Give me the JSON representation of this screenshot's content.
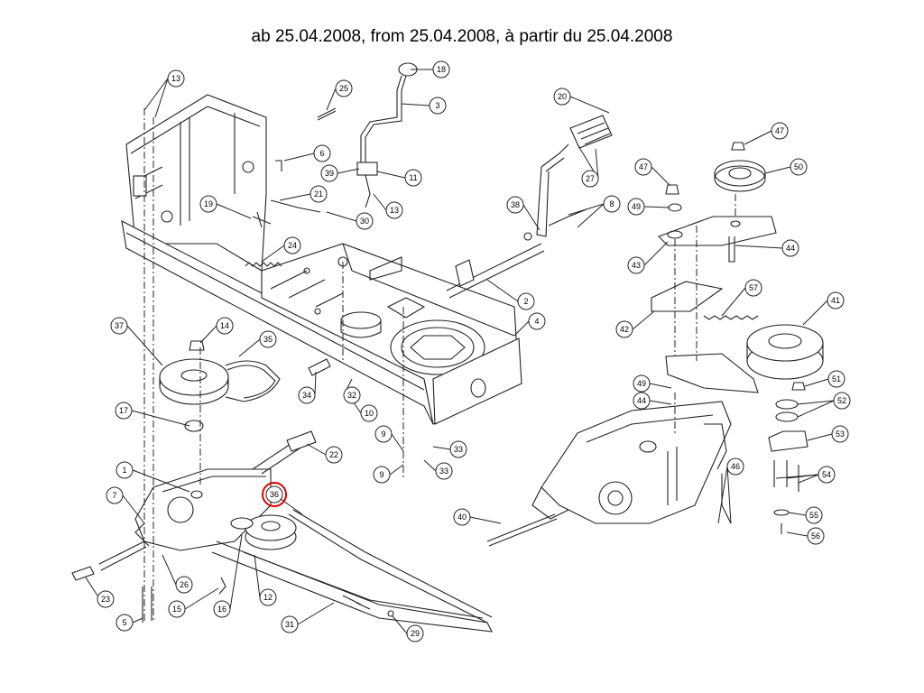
{
  "header": {
    "title": "ab 25.04.2008, from 25.04.2008, à partir du 25.04.2008"
  },
  "highlight": {
    "part": "36",
    "color": "#dd0000"
  },
  "callouts": [
    {
      "id": "c13a",
      "label": "13"
    },
    {
      "id": "c25",
      "label": "25"
    },
    {
      "id": "c18",
      "label": "18"
    },
    {
      "id": "c3",
      "label": "3"
    },
    {
      "id": "c20",
      "label": "20"
    },
    {
      "id": "c47a",
      "label": "47"
    },
    {
      "id": "c6",
      "label": "6"
    },
    {
      "id": "c39",
      "label": "39"
    },
    {
      "id": "c11",
      "label": "11"
    },
    {
      "id": "c27",
      "label": "27"
    },
    {
      "id": "c47b",
      "label": "47"
    },
    {
      "id": "c50",
      "label": "50"
    },
    {
      "id": "c19",
      "label": "19"
    },
    {
      "id": "c21",
      "label": "21"
    },
    {
      "id": "c13b",
      "label": "13"
    },
    {
      "id": "c38",
      "label": "38"
    },
    {
      "id": "c8",
      "label": "8"
    },
    {
      "id": "c49a",
      "label": "49"
    },
    {
      "id": "c30",
      "label": "30"
    },
    {
      "id": "c24",
      "label": "24"
    },
    {
      "id": "c44a",
      "label": "44"
    },
    {
      "id": "c43",
      "label": "43"
    },
    {
      "id": "c2",
      "label": "2"
    },
    {
      "id": "c57",
      "label": "57"
    },
    {
      "id": "c41",
      "label": "41"
    },
    {
      "id": "c42",
      "label": "42"
    },
    {
      "id": "c37",
      "label": "37"
    },
    {
      "id": "c14",
      "label": "14"
    },
    {
      "id": "c35",
      "label": "35"
    },
    {
      "id": "c4",
      "label": "4"
    },
    {
      "id": "c49b",
      "label": "49"
    },
    {
      "id": "c51",
      "label": "51"
    },
    {
      "id": "c34",
      "label": "34"
    },
    {
      "id": "c32",
      "label": "32"
    },
    {
      "id": "c44b",
      "label": "44"
    },
    {
      "id": "c52",
      "label": "52"
    },
    {
      "id": "c17",
      "label": "17"
    },
    {
      "id": "c10",
      "label": "10"
    },
    {
      "id": "c9a",
      "label": "9"
    },
    {
      "id": "c53",
      "label": "53"
    },
    {
      "id": "c33a",
      "label": "33"
    },
    {
      "id": "c22",
      "label": "22"
    },
    {
      "id": "c9b",
      "label": "9"
    },
    {
      "id": "c33b",
      "label": "33"
    },
    {
      "id": "c46",
      "label": "46"
    },
    {
      "id": "c1",
      "label": "1"
    },
    {
      "id": "c54",
      "label": "54"
    },
    {
      "id": "c36",
      "label": "36"
    },
    {
      "id": "c7",
      "label": "7"
    },
    {
      "id": "c40",
      "label": "40"
    },
    {
      "id": "c55",
      "label": "55"
    },
    {
      "id": "c56",
      "label": "56"
    },
    {
      "id": "c26",
      "label": "26"
    },
    {
      "id": "c12",
      "label": "12"
    },
    {
      "id": "c23",
      "label": "23"
    },
    {
      "id": "c15",
      "label": "15"
    },
    {
      "id": "c16",
      "label": "16"
    },
    {
      "id": "c5",
      "label": "5"
    },
    {
      "id": "c31",
      "label": "31"
    },
    {
      "id": "c29",
      "label": "29"
    }
  ]
}
